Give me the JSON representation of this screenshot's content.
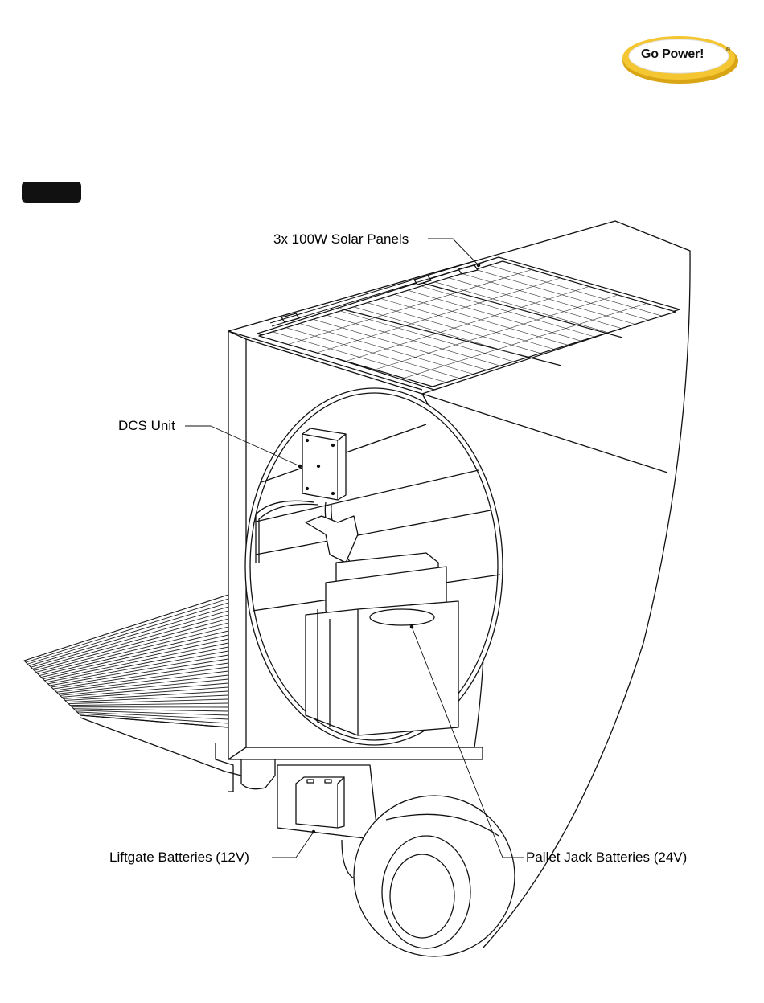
{
  "brand": {
    "logo_text": "Go Power!",
    "logo_mark": "®",
    "colors": {
      "ring": "#f2c12e",
      "ring_dark": "#c9930c",
      "ink": "#111111"
    }
  },
  "labels": {
    "solar_panels": "3x 100W Solar Panels",
    "dcs_unit": "DCS Unit",
    "liftgate_batteries": "Liftgate Batteries (12V)",
    "pallet_jack_batteries": "Pallet Jack Batteries (24V)"
  }
}
